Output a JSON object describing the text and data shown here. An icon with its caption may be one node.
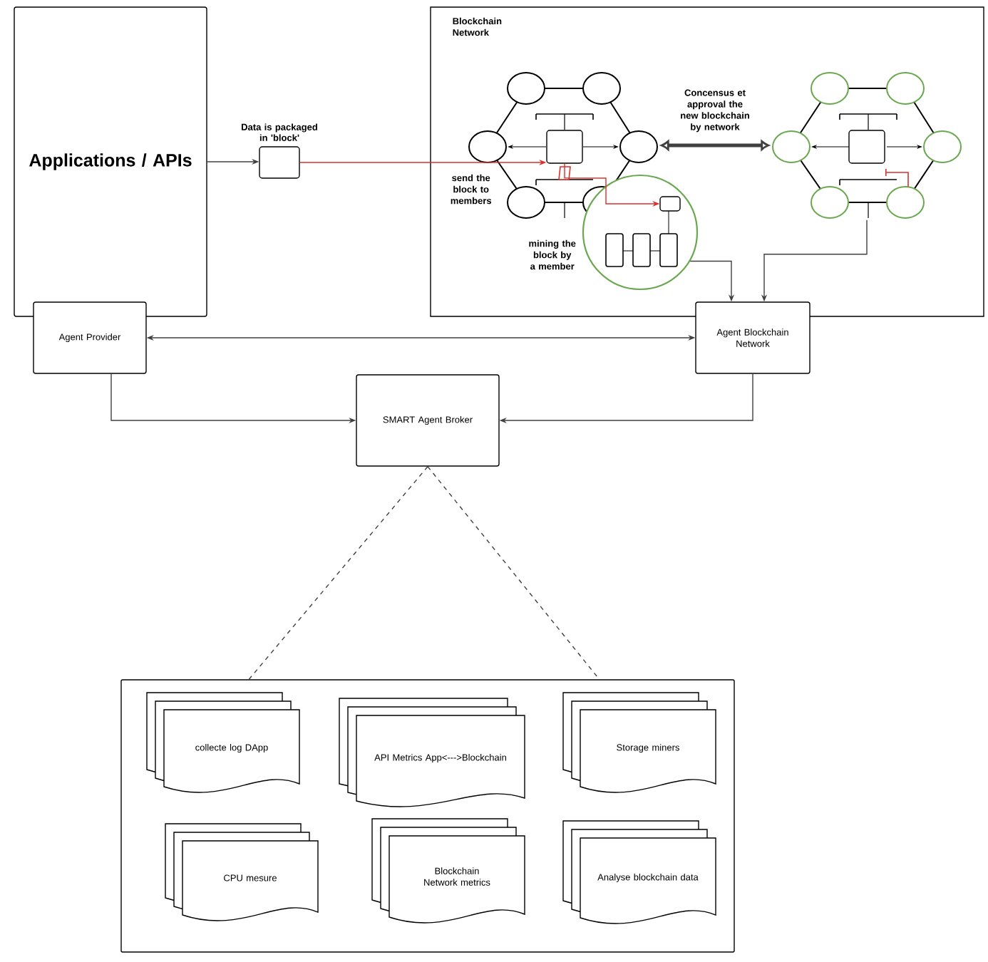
{
  "diagram": {
    "nodes": [
      {
        "text": [
          "Applications / APIs"
        ]
      },
      {
        "text": [
          "Data is packaged in 'block'"
        ]
      },
      {
        "text": [
          "Blockchain Network"
        ]
      },
      {
        "text": [],
        "shape": "picture",
        "in": 2
      },
      {
        "text": [],
        "shape": "box",
        "in": 3
      },
      {
        "text": [],
        "shape": "circle",
        "in": 2,
        "beside": [
          "mining the block by a member"
        ]
      },
      {
        "text": [],
        "shape": "box",
        "in": 5
      },
      {
        "text": [],
        "shape": "picture",
        "in": 2
      },
      {
        "text": [],
        "shape": "box",
        "in": 7
      },
      {
        "text": [
          "Agent Provider"
        ]
      },
      {
        "text": [
          "Agent Blockchain Network"
        ]
      },
      {
        "text": [
          "SMART Agent Broker"
        ]
      },
      {
        "text": [],
        "shape": "box"
      },
      {
        "text": [
          "collecte log DApp"
        ],
        "in": 12
      },
      {
        "text": [
          "API Metrics App<--->Blockchain"
        ],
        "in": 12
      },
      {
        "text": [
          "Storage miners"
        ],
        "in": 12
      },
      {
        "text": [
          "CPU mesure"
        ],
        "in": 12
      },
      {
        "text": [
          "Blockchain Network metrics"
        ],
        "in": 12
      },
      {
        "text": [
          "Analyse blockchain data"
        ],
        "in": 12
      }
    ],
    "edges": [
      {
        "from": 0,
        "to": 1,
        "arrow": "to"
      },
      {
        "from": 1,
        "to": 4,
        "arrow": "to",
        "color": "#d9302b"
      },
      {
        "from": 4,
        "to": 6,
        "arrow": "to",
        "color": "#d9302b"
      },
      {
        "from": 3,
        "to": 7,
        "arrow": "both",
        "style": "thick",
        "label": "Concensus et approval the new blockchain by network"
      },
      {
        "from": 5,
        "to": 10,
        "arrow": "to"
      },
      {
        "from": 7,
        "to": 10,
        "arrow": "to"
      },
      {
        "from": 10,
        "to": 9,
        "arrow": "both"
      },
      {
        "from": 9,
        "to": 11,
        "arrow": "to"
      },
      {
        "from": 10,
        "to": 11,
        "arrow": "to"
      },
      {
        "from": 11,
        "to": 12,
        "arrow": "none",
        "style": "dashed"
      },
      {
        "from": 11,
        "to": 12,
        "arrow": "none",
        "style": "dashed"
      }
    ],
    "labels": [
      "send the block to members"
    ]
  }
}
